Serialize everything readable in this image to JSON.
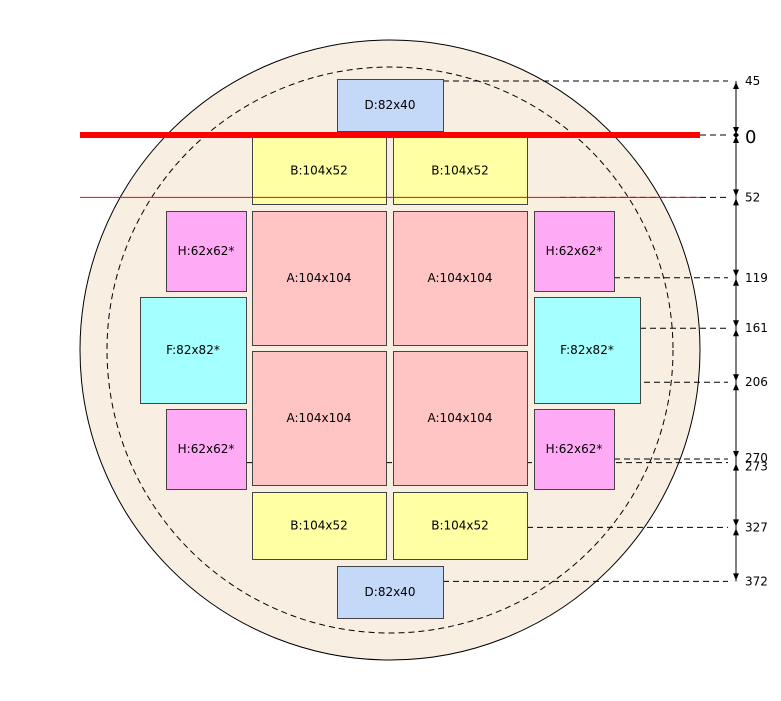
{
  "colors": {
    "wafer_fill": "#f8efe2",
    "wafer_stroke": "#000000",
    "red_line": "#ff0000",
    "die_stroke": "#444444",
    "A": "#ffc4c4",
    "B": "#ffffa4",
    "D": "#c4d8f8",
    "F": "#a4ffff",
    "H": "#ffaaf4"
  },
  "dies": [
    {
      "id": "d-top",
      "type": "D",
      "label": "D:82x40"
    },
    {
      "id": "b-top-left",
      "type": "B",
      "label": "B:104x52"
    },
    {
      "id": "b-top-right",
      "type": "B",
      "label": "B:104x52"
    },
    {
      "id": "h-tl",
      "type": "H",
      "label": "H:62x62*"
    },
    {
      "id": "a-tl",
      "type": "A",
      "label": "A:104x104"
    },
    {
      "id": "a-tr",
      "type": "A",
      "label": "A:104x104"
    },
    {
      "id": "h-tr",
      "type": "H",
      "label": "H:62x62*"
    },
    {
      "id": "f-left",
      "type": "F",
      "label": "F:82x82*"
    },
    {
      "id": "f-right",
      "type": "F",
      "label": "F:82x82*"
    },
    {
      "id": "a-bl",
      "type": "A",
      "label": "A:104x104"
    },
    {
      "id": "a-br",
      "type": "A",
      "label": "A:104x104"
    },
    {
      "id": "h-bl",
      "type": "H",
      "label": "H:62x62*"
    },
    {
      "id": "h-br",
      "type": "H",
      "label": "H:62x62*"
    },
    {
      "id": "b-bot-left",
      "type": "B",
      "label": "B:104x52"
    },
    {
      "id": "b-bot-right",
      "type": "B",
      "label": "B:104x52"
    },
    {
      "id": "d-bottom",
      "type": "D",
      "label": "D:82x40"
    }
  ],
  "dimensions": [
    {
      "value": -45,
      "label": "45"
    },
    {
      "value": 0,
      "label": "0"
    },
    {
      "value": 52,
      "label": "52"
    },
    {
      "value": 119,
      "label": "119"
    },
    {
      "value": 161,
      "label": "161"
    },
    {
      "value": 206,
      "label": "206"
    },
    {
      "value": 270,
      "label": "270"
    },
    {
      "value": 273,
      "label": "273"
    },
    {
      "value": 327,
      "label": "327"
    },
    {
      "value": 372,
      "label": "372"
    }
  ]
}
